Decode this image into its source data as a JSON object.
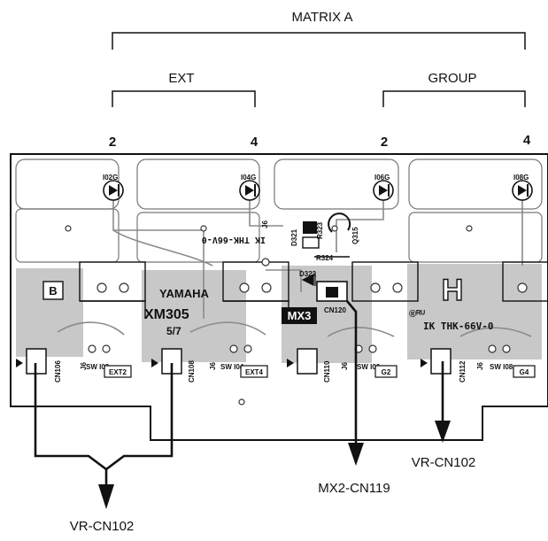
{
  "header": {
    "matrix": "MATRIX A",
    "ext": "EXT",
    "group": "GROUP",
    "num_ext_2": "2",
    "num_ext_4": "4",
    "num_group_2": "2",
    "num_group_4": "4"
  },
  "board": {
    "led_labels": [
      "I02G",
      "I04G",
      "I06G",
      "I08G"
    ],
    "connectors": [
      "CN106",
      "CN108",
      "CN110",
      "CN112"
    ],
    "switches": [
      "SW I02",
      "SW I04",
      "SW I06",
      "SW I08"
    ],
    "switch_tags": [
      "EXT2",
      "EXT4",
      "G2",
      "G4"
    ],
    "j6": "J6",
    "block_b": "B",
    "block_h": "H",
    "yamaha": "YAMAHA",
    "model": "XM305",
    "sheet": "5/7",
    "mx3": "MX3",
    "cn120": "CN120",
    "ul_mark_upper": "IK THK-66V-0",
    "ul_mark_lower": "IK THK-66V-0",
    "ru_symbol": "®ᴿᵁ",
    "diodes": [
      "D321",
      "D322"
    ],
    "resistors": [
      "R323",
      "R324"
    ],
    "transistor": "Q315"
  },
  "destinations": {
    "bottom_left": "VR-CN102",
    "center": "MX2-CN119",
    "right": "VR-CN102"
  }
}
